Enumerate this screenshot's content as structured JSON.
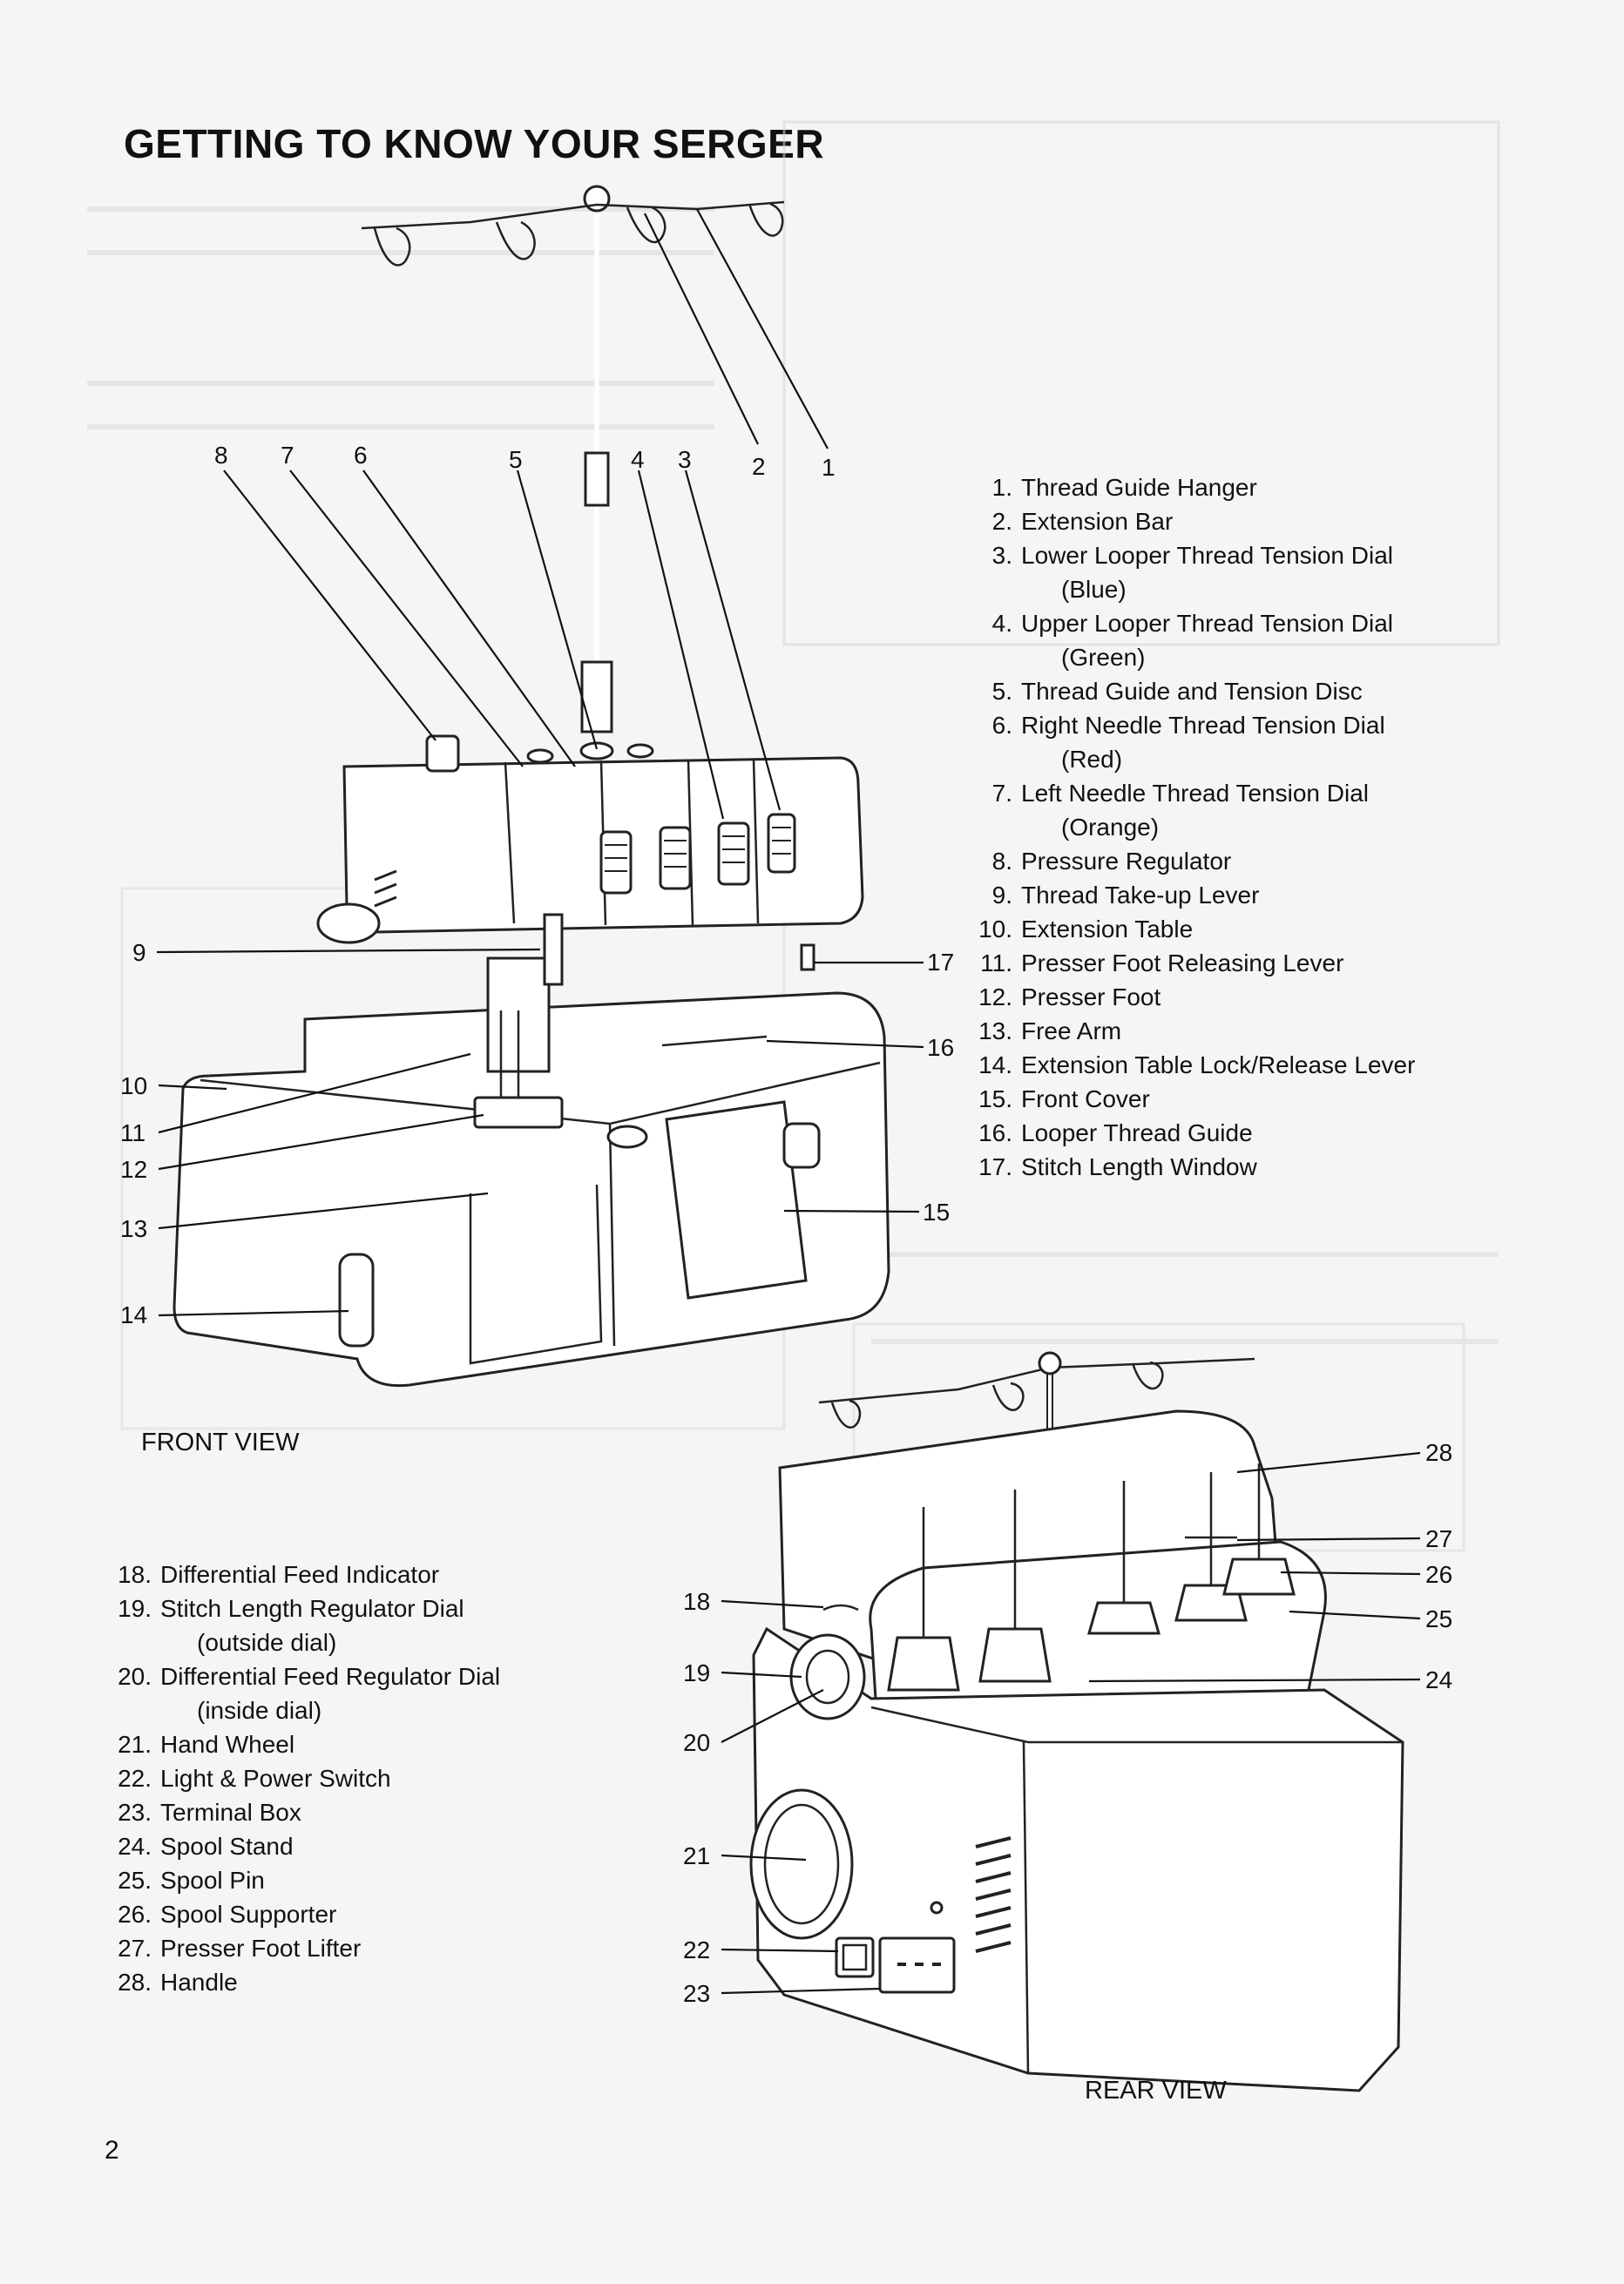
{
  "page": {
    "title": "GETTING TO KNOW YOUR SERGER",
    "page_number": "2"
  },
  "front_view": {
    "caption": "FRONT VIEW",
    "parts": [
      {
        "num": "1.",
        "name": "Thread Guide Hanger",
        "sub": ""
      },
      {
        "num": "2.",
        "name": "Extension Bar",
        "sub": ""
      },
      {
        "num": "3.",
        "name": "Lower Looper Thread Tension Dial",
        "sub": "(Blue)"
      },
      {
        "num": "4.",
        "name": "Upper Looper Thread Tension Dial",
        "sub": "(Green)"
      },
      {
        "num": "5.",
        "name": "Thread Guide and Tension Disc",
        "sub": ""
      },
      {
        "num": "6.",
        "name": "Right Needle Thread Tension Dial",
        "sub": "(Red)"
      },
      {
        "num": "7.",
        "name": "Left Needle Thread Tension Dial",
        "sub": "(Orange)"
      },
      {
        "num": "8.",
        "name": "Pressure Regulator",
        "sub": ""
      },
      {
        "num": "9.",
        "name": "Thread Take-up Lever",
        "sub": ""
      },
      {
        "num": "10.",
        "name": "Extension Table",
        "sub": ""
      },
      {
        "num": "11.",
        "name": "Presser Foot Releasing Lever",
        "sub": ""
      },
      {
        "num": "12.",
        "name": "Presser Foot",
        "sub": ""
      },
      {
        "num": "13.",
        "name": "Free Arm",
        "sub": ""
      },
      {
        "num": "14.",
        "name": "Extension Table Lock/Release Lever",
        "sub": ""
      },
      {
        "num": "15.",
        "name": "Front Cover",
        "sub": ""
      },
      {
        "num": "16.",
        "name": "Looper Thread Guide",
        "sub": ""
      },
      {
        "num": "17.",
        "name": "Stitch Length Window",
        "sub": ""
      }
    ],
    "callouts": [
      "8",
      "7",
      "6",
      "5",
      "4",
      "3",
      "2",
      "1",
      "9",
      "17",
      "16",
      "10",
      "11",
      "12",
      "13",
      "15",
      "14"
    ]
  },
  "rear_view": {
    "caption": "REAR VIEW",
    "parts": [
      {
        "num": "18.",
        "name": "Differential Feed Indicator",
        "sub": ""
      },
      {
        "num": "19.",
        "name": "Stitch Length Regulator Dial",
        "sub": "(outside dial)"
      },
      {
        "num": "20.",
        "name": "Differential Feed Regulator Dial",
        "sub": "(inside dial)"
      },
      {
        "num": "21.",
        "name": "Hand Wheel",
        "sub": ""
      },
      {
        "num": "22.",
        "name": "Light & Power Switch",
        "sub": ""
      },
      {
        "num": "23.",
        "name": "Terminal Box",
        "sub": ""
      },
      {
        "num": "24.",
        "name": "Spool Stand",
        "sub": ""
      },
      {
        "num": "25.",
        "name": "Spool Pin",
        "sub": ""
      },
      {
        "num": "26.",
        "name": "Spool Supporter",
        "sub": ""
      },
      {
        "num": "27.",
        "name": "Presser Foot Lifter",
        "sub": ""
      },
      {
        "num": "28.",
        "name": "Handle",
        "sub": ""
      }
    ],
    "callouts": [
      "28",
      "27",
      "26",
      "25",
      "24",
      "18",
      "19",
      "20",
      "21",
      "22",
      "23"
    ]
  }
}
